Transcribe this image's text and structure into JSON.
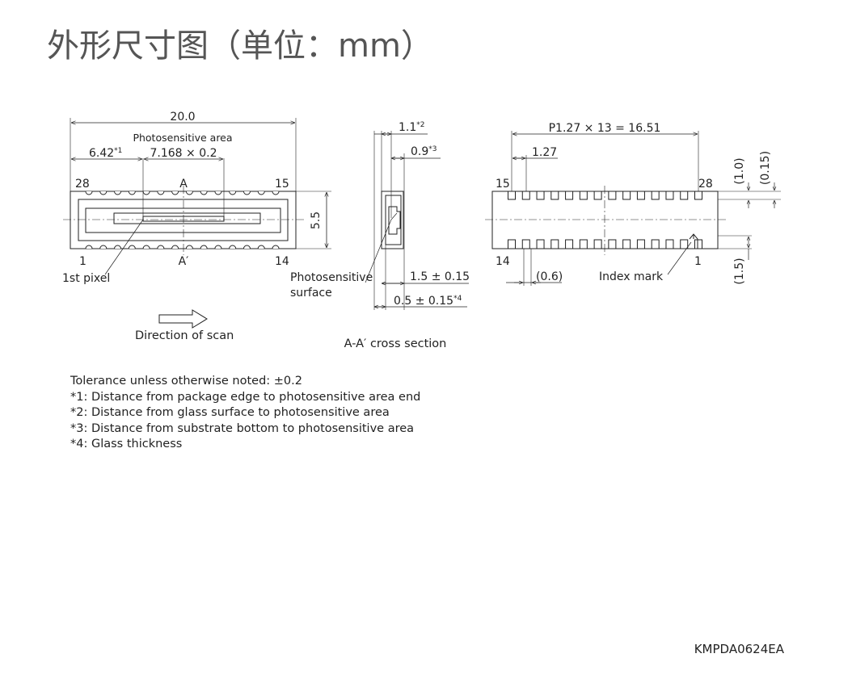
{
  "title": "外形尺寸图（单位：mm）",
  "front_view": {
    "overall_width": "20.0",
    "photosensitive_area_label": "Photosensitive area",
    "edge_offset": "6.42",
    "edge_offset_note": "*1",
    "area_size": "7.168 × 0.2",
    "height": "5.5",
    "pin_28": "28",
    "pin_15": "15",
    "pin_1": "1",
    "pin_14": "14",
    "section_a": "A",
    "section_a_prime": "A′",
    "first_pixel": "1st pixel",
    "scan_direction": "Direction of scan"
  },
  "cross_section": {
    "dim_glass_to_area": "1.1",
    "dim_glass_note": "*2",
    "dim_substrate": "0.9",
    "dim_substrate_note": "*3",
    "surface_label_line1": "Photosensitive",
    "surface_label_line2": "surface",
    "thickness": "1.5 ± 0.15",
    "glass": "0.5 ± 0.15",
    "glass_note": "*4",
    "caption": "A-A′ cross section"
  },
  "bottom_view": {
    "pitch_total": "P1.27 × 13 = 16.51",
    "pitch": "1.27",
    "pin_15": "15",
    "pin_28": "28",
    "pin_14": "14",
    "pin_1": "1",
    "pad_width": "(0.6)",
    "index_mark": "Index mark",
    "dim_1_0": "(1.0)",
    "dim_0_15": "(0.15)",
    "dim_1_5": "(1.5)"
  },
  "notes": [
    "Tolerance unless otherwise noted: ±0.2",
    "*1: Distance from package edge to photosensitive area end",
    "*2: Distance from glass surface to photosensitive area",
    "*3: Distance from substrate bottom to photosensitive area",
    "*4: Glass thickness"
  ],
  "drawing_code": "KMPDA0624EA"
}
